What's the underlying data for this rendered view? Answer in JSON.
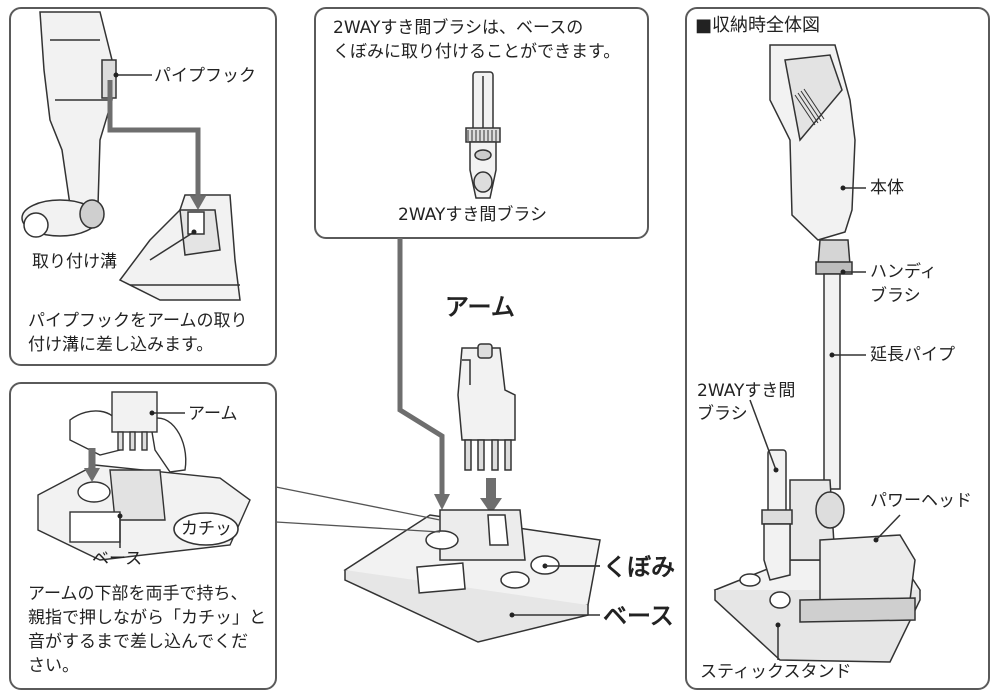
{
  "panel_top_left": {
    "label_pipe_hook": "パイプフック",
    "label_groove": "取り付け溝",
    "note_line1": "パイプフックをアームの取り",
    "note_line2": "付け溝に差し込みます。"
  },
  "panel_top_center": {
    "note_line1": "2WAYすき間ブラシは、ベースの",
    "note_line2": "くぼみに取り付けることができます。",
    "label_brush": "2WAYすき間ブラシ"
  },
  "panel_bottom_left": {
    "label_arm": "アーム",
    "label_click": "カチッ",
    "label_base": "ベース",
    "note_line1": "アームの下部を両手で持ち、",
    "note_line2": "親指で押しながら「カチッ」と",
    "note_line3": "音がするまで差し込んでくだ",
    "note_line4": "さい。"
  },
  "center": {
    "label_arm": "アーム",
    "label_recess": "くぼみ",
    "label_base": "ベース"
  },
  "panel_right": {
    "title": "■収納時全体図",
    "label_body": "本体",
    "label_handy_brush_1": "ハンディ",
    "label_handy_brush_2": "ブラシ",
    "label_ext_pipe": "延長パイプ",
    "label_2way_1": "2WAYすき間",
    "label_2way_2": "ブラシ",
    "label_power_head": "パワーヘッド",
    "label_stick_stand": "スティックスタンド"
  },
  "colors": {
    "frame": "#5a5a5a",
    "arrow": "#6e6e6e",
    "part_fill": "#f2f2f2",
    "part_dark": "#3a3a3a"
  }
}
